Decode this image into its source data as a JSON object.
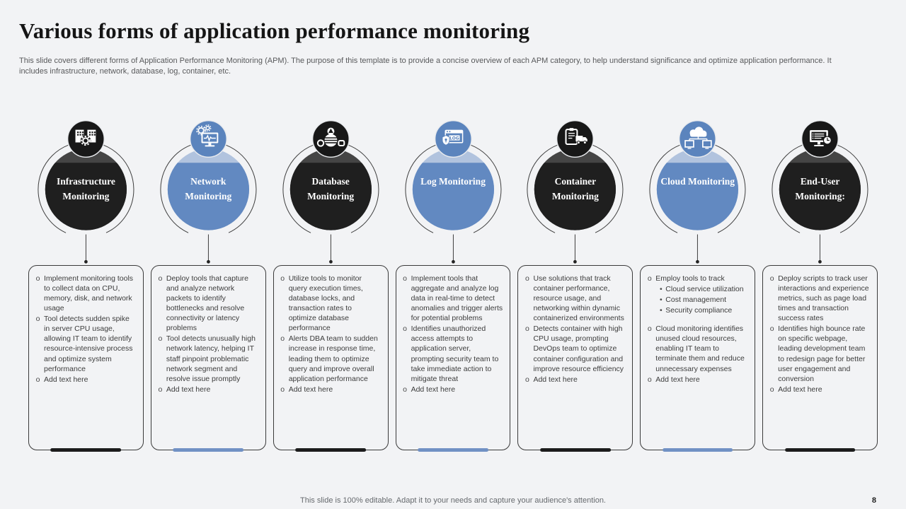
{
  "slide": {
    "title": "Various forms of application performance monitoring",
    "subtitle": "This slide covers different forms of Application Performance Monitoring (APM). The purpose of this template is to provide a concise overview of each APM category, to help understand significance and optimize application performance. It includes infrastructure, network, database, log, container, etc.",
    "footer_note": "This slide is 100% editable. Adapt it to your needs and capture your audience's attention.",
    "page_number": "8"
  },
  "markers": {
    "bullet": "o",
    "sub": "•"
  },
  "colors": {
    "background": "#f2f3f5",
    "dark_main": "#1f1f1f",
    "dark_top": "#454545",
    "blue_main": "#6289c1",
    "blue_top": "#b1c3de",
    "badge_dark": "#181818",
    "badge_blue": "#5b84bd",
    "bar_dark": "#1c1c1c",
    "bar_blue": "#7191c4"
  },
  "columns": [
    {
      "id": "infrastructure",
      "theme": "dark",
      "icon": "buildings-gear-icon",
      "title": "Infrastructure Monitoring",
      "bullets": [
        "Implement monitoring tools to collect data on CPU, memory, disk, and network usage",
        "Tool detects sudden spike in server CPU usage, allowing IT team to identify resource-intensive process and optimize system performance",
        "Add text here"
      ]
    },
    {
      "id": "network",
      "theme": "blue",
      "icon": "gears-monitor-icon",
      "title": "Network Monitoring",
      "bullets": [
        "Deploy tools that capture and analyze network packets to identify bottlenecks and resolve connectivity or latency problems",
        "Tool detects unusually high network latency, helping IT staff pinpoint problematic network segment and resolve issue promptly",
        "Add text here"
      ]
    },
    {
      "id": "database",
      "theme": "dark",
      "icon": "database-icon",
      "title": "Database Monitoring",
      "bullets": [
        "Utilize tools to monitor query execution times, database locks, and transaction rates to optimize database performance",
        "Alerts DBA team to sudden increase in response time, leading them to optimize query and improve overall application performance",
        "Add text here"
      ]
    },
    {
      "id": "log",
      "theme": "blue",
      "icon": "log-window-shield-icon",
      "title": "Log Monitoring",
      "bullets": [
        "Implement tools that aggregate and analyze log data in real-time to detect anomalies and trigger alerts for potential problems",
        "Identifies unauthorized access attempts to application server, prompting security team to take immediate action to mitigate threat",
        "Add text here"
      ]
    },
    {
      "id": "container",
      "theme": "dark",
      "icon": "clipboard-truck-icon",
      "title": "Container Monitoring",
      "bullets": [
        "Use solutions that track container performance, resource usage, and networking within dynamic containerized environments",
        "Detects container with high CPU usage, prompting DevOps team to optimize container configuration and improve resource efficiency",
        "Add text here"
      ]
    },
    {
      "id": "cloud",
      "theme": "blue",
      "icon": "cloud-network-icon",
      "title": "Cloud Monitoring",
      "bullets": [
        "Employ tools to track",
        "Cloud monitoring identifies unused cloud resources, enabling IT team to terminate them and reduce unnecessary expenses",
        "Add text here"
      ],
      "sub_bullets": [
        "Cloud service utilization",
        "Cost management",
        "Security compliance"
      ]
    },
    {
      "id": "end-user",
      "theme": "dark",
      "icon": "monitor-report-clock-icon",
      "title": "End-User Monitoring:",
      "bullets": [
        "Deploy scripts to track user interactions and experience metrics, such as page load times and transaction success rates",
        "Identifies high bounce rate on specific webpage, leading development team to redesign page for better user engagement and conversion",
        "Add text here"
      ]
    }
  ]
}
